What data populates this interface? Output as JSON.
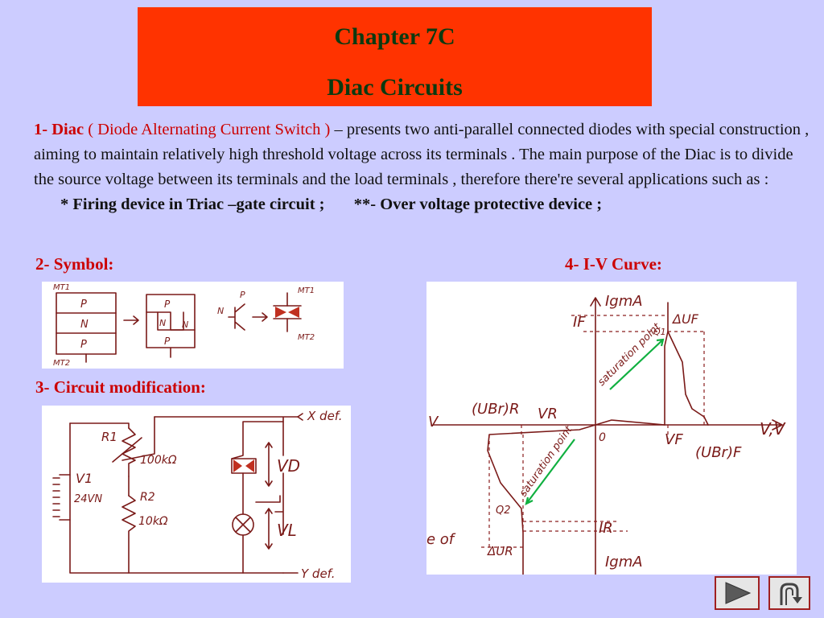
{
  "title": {
    "line1": "Chapter 7C",
    "line2": "Diac Circuits"
  },
  "intro": {
    "heading": "1- Diac",
    "expansion": " ( Diode Alternating Current Switch ) ",
    "dash": "– ",
    "body": "presents two anti-parallel connected diodes with special construction , aiming to maintain  relatively high threshold voltage across its terminals  . The main purpose of the Diac is  to divide the source voltage between its terminals and the load terminals , therefore there're several applications such as :",
    "app1": "* Firing device in Triac –gate circuit ;",
    "app2": "**- Over voltage protective device  ;"
  },
  "sections": {
    "symbol": "2- Symbol:",
    "circuit": "3- Circuit modification:",
    "curve": "4-   I-V Curve:"
  },
  "symbol_fig": {
    "mt1": "MT1",
    "mt2": "MT2",
    "p": "P",
    "n": "N"
  },
  "circuit_fig": {
    "r1": "R1",
    "r1_val": "100kΩ",
    "r2": "R2",
    "r2_val": "10kΩ",
    "v1": "V1",
    "v1_val": "24VN",
    "vd": "VD",
    "vl": "VL",
    "xdef": "X def.",
    "ydef": "Y def."
  },
  "curve_fig": {
    "igm": "IgmA",
    "if": "IF",
    "duf": "ΔUF",
    "q1": "Q1",
    "sat1": "saturation point",
    "sat2": "saturation point",
    "vbr_r": "(UBr)R",
    "vr": "VR",
    "vleft": "V",
    "zero": "0",
    "vf": "VF",
    "vbr_f": "(UBr)F",
    "vaxis": "V,V",
    "q2": "Q2",
    "ir": "IR",
    "dur": "ΔUR",
    "igm_bottom": "IgmA",
    "cut": "e of"
  },
  "nav": {
    "next_icon": "play-next-icon",
    "return_icon": "u-turn-icon"
  },
  "colors": {
    "title_bg": "#ff3300",
    "page_bg": "#ccccff",
    "accent_red": "#cc0000",
    "title_text": "#0b3a10"
  }
}
